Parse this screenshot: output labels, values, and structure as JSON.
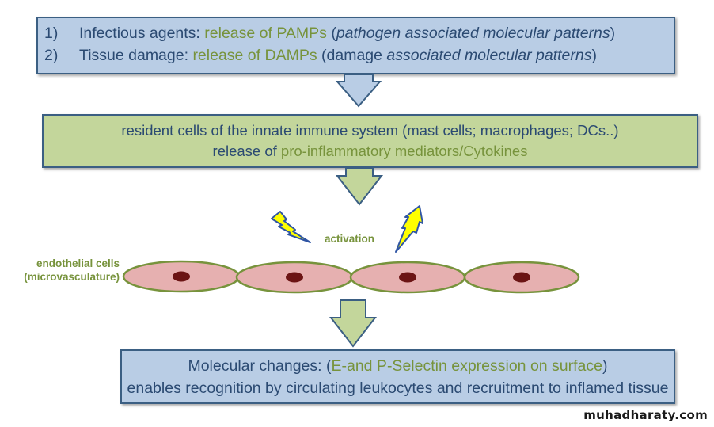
{
  "box1": {
    "item1": {
      "number": "1)",
      "lead": "Infectious agents: ",
      "highlight": "release of PAMPs",
      "open_paren": " (",
      "italic": "pathogen associated molecular patterns",
      "close_paren": ")"
    },
    "item2": {
      "number": "2)",
      "lead": "Tissue damage: ",
      "highlight": "release of DAMPs",
      "open_paren": " (damage ",
      "italic": "associated molecular patterns",
      "close_paren": ")"
    }
  },
  "box2": {
    "line1": "resident cells of the innate immune system (mast cells; macrophages; DCs..)",
    "line2_lead": "release of ",
    "line2_highlight": "pro-inflammatory mediators/Cytokines"
  },
  "activation_label": "activation",
  "endothelial_label": {
    "line1": "endothelial cells",
    "line2": "(microvasculature)"
  },
  "box3": {
    "line1_lead": "Molecular changes: (",
    "line1_highlight": "E-and P-Selectin expression on surface",
    "line1_close": ")",
    "line2": "enables recognition by circulating leukocytes and recruitment to inflamed tissue"
  },
  "watermark": "muhadharaty.com",
  "colors": {
    "blue_box": "#b9cde5",
    "green_box": "#c3d69b",
    "border": "#3b5f83",
    "text_dark": "#2b4a72",
    "text_green": "#77933c",
    "cell_fill": "#e6b0b0",
    "cell_border": "#77933c",
    "nucleus": "#6b1414",
    "lightning": "#ffff00"
  }
}
